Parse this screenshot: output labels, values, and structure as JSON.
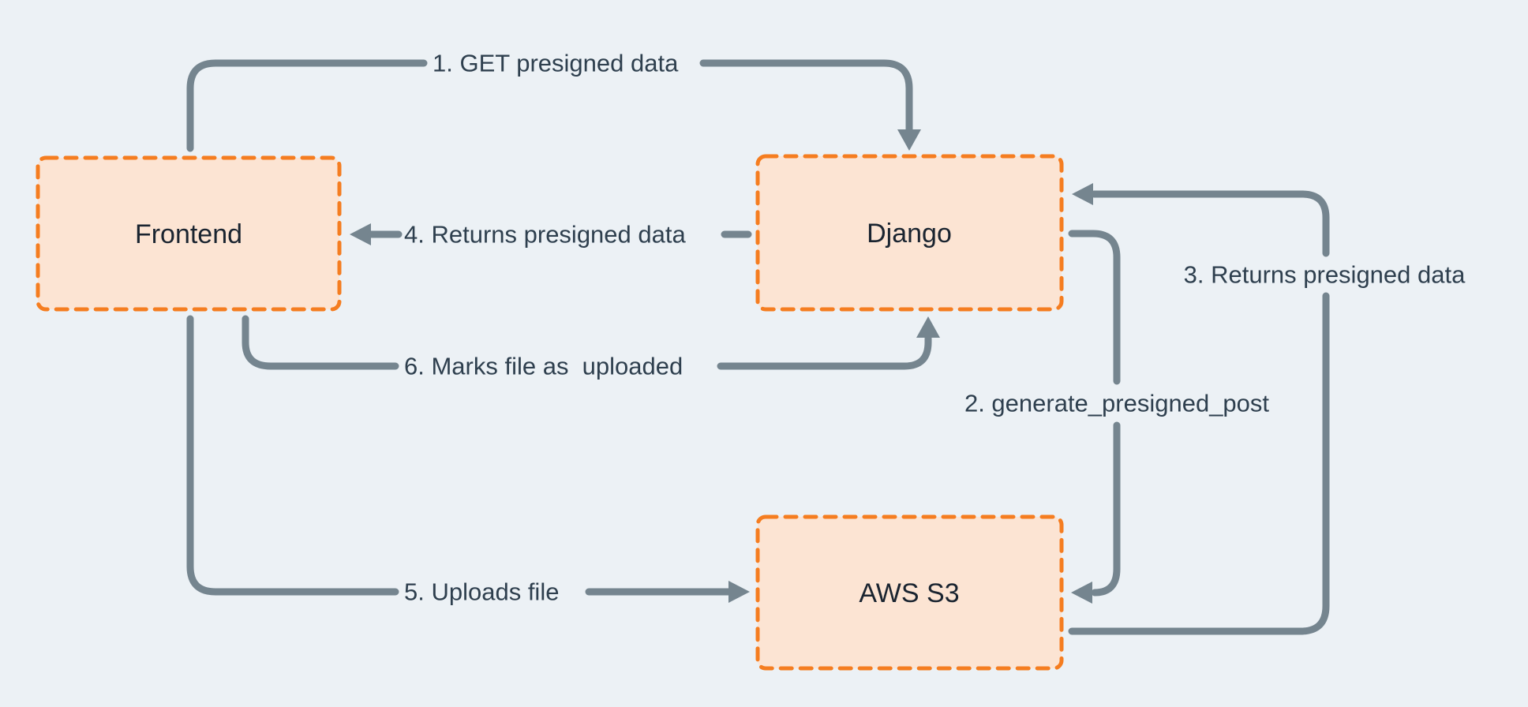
{
  "diagram": {
    "colors": {
      "background": "#ecf1f5",
      "node_fill": "#fce4d3",
      "node_border": "#f57d20",
      "connector": "#75858f",
      "edge_label_text": "#2e3f4e",
      "node_label_text": "#1a2430"
    },
    "nodes": [
      {
        "id": "frontend",
        "label": "Frontend"
      },
      {
        "id": "django",
        "label": "Django"
      },
      {
        "id": "aws-s3",
        "label": "AWS S3"
      }
    ],
    "edges": [
      {
        "step": "1",
        "label": "1. GET presigned data",
        "from": "Frontend",
        "to": "Django"
      },
      {
        "step": "2",
        "label": "2. generate_presigned_post",
        "from": "Django",
        "to": "AWS S3"
      },
      {
        "step": "3",
        "label": "3. Returns presigned data",
        "from": "AWS S3",
        "to": "Django"
      },
      {
        "step": "4",
        "label": "4. Returns presigned data",
        "from": "Django",
        "to": "Frontend"
      },
      {
        "step": "5",
        "label": "5. Uploads file",
        "from": "Frontend",
        "to": "AWS S3"
      },
      {
        "step": "6",
        "label": "6. Marks file as  uploaded",
        "from": "Frontend",
        "to": "Django"
      }
    ]
  }
}
